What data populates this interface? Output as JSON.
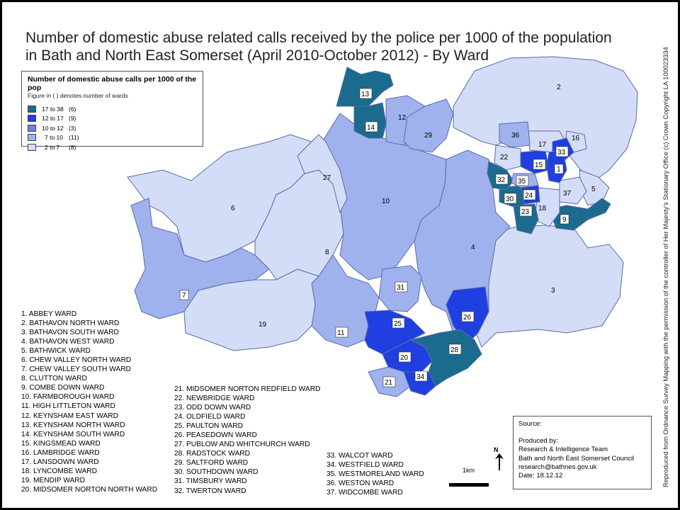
{
  "title": {
    "line1": "Number of domestic abuse related calls received by the police per 1000 of the population",
    "line2": "in Bath and North East Somerset (April 2010-October 2012) - By Ward"
  },
  "legend": {
    "title": "Number of domestic abuse calls per 1000 of the pop",
    "subtitle": "Figure in ( ) denotes number of wards",
    "classes": [
      {
        "range": "17 to 38",
        "count": "(6)",
        "color": "#1a6b8e"
      },
      {
        "range": "12 to 17",
        "count": "(9)",
        "color": "#1f3fe0"
      },
      {
        "range": "10 to 12",
        "count": "(3)",
        "color": "#6c84e8"
      },
      {
        "range": "7 to 10",
        "count": "(11)",
        "color": "#9fb2ee"
      },
      {
        "range": "2 to 7",
        "count": "(8)",
        "color": "#d4ddf7"
      }
    ]
  },
  "ward_list": {
    "col1": [
      "1. ABBEY WARD",
      "2. BATHAVON NORTH WARD",
      "3. BATHAVON SOUTH WARD",
      "4. BATHAVON WEST WARD",
      "5. BATHWICK WARD",
      "6. CHEW VALLEY NORTH WARD",
      "7. CHEW VALLEY SOUTH WARD",
      "8. CLUTTON WARD",
      "9. COMBE DOWN WARD",
      "10. FARMBOROUGH WARD",
      "11. HIGH LITTLETON WARD",
      "12. KEYNSHAM EAST WARD",
      "13. KEYNSHAM NORTH WARD",
      "14. KEYNSHAM SOUTH WARD",
      "15. KINGSMEAD WARD",
      "16. LAMBRIDGE WARD",
      "17. LANSDOWN WARD",
      "18. LYNCOMBE WARD",
      "19. MENDIP WARD",
      "20. MIDSOMER NORTON NORTH WARD"
    ],
    "col2": [
      "21. MIDSOMER NORTON REDFIELD WARD",
      "22. NEWBRIDGE WARD",
      "23. ODD DOWN WARD",
      "24. OLDFIELD WARD",
      "25. PAULTON WARD",
      "26. PEASEDOWN WARD",
      "27. PUBLOW AND WHITCHURCH WARD",
      "28. RADSTOCK WARD",
      "29. SALTFORD WARD",
      "30. SOUTHDOWN WARD",
      "31. TIMSBURY WARD",
      "32. TWERTON WARD"
    ],
    "col3": [
      "33. WALCOT WARD",
      "34. WESTFIELD WARD",
      "35. WESTMORELAND WARD",
      "36. WESTON WARD",
      "37. WIDCOMBE WARD"
    ]
  },
  "source": {
    "heading": "Source:",
    "produced_by": "Produced by:",
    "team": "Research & Intelligence Team",
    "org": "Bath and North East Somerset Council",
    "email": "research@bathnes.gov.uk",
    "date": "Date: 18.12.12"
  },
  "copyright": "Reproduced from Ordnance Survey Mapping with the permission of the controller of Her Majesty's Stationary Office (c) Crown Copyright LA 100023334",
  "north_label": "N",
  "scale_label": "1km",
  "ward_labels": [
    "1",
    "2",
    "3",
    "4",
    "5",
    "6",
    "7",
    "8",
    "9",
    "10",
    "11",
    "12",
    "13",
    "14",
    "15",
    "16",
    "17",
    "18",
    "19",
    "20",
    "21",
    "22",
    "23",
    "24",
    "25",
    "26",
    "27",
    "28",
    "29",
    "30",
    "31",
    "32",
    "33",
    "34",
    "35",
    "36",
    "37"
  ]
}
